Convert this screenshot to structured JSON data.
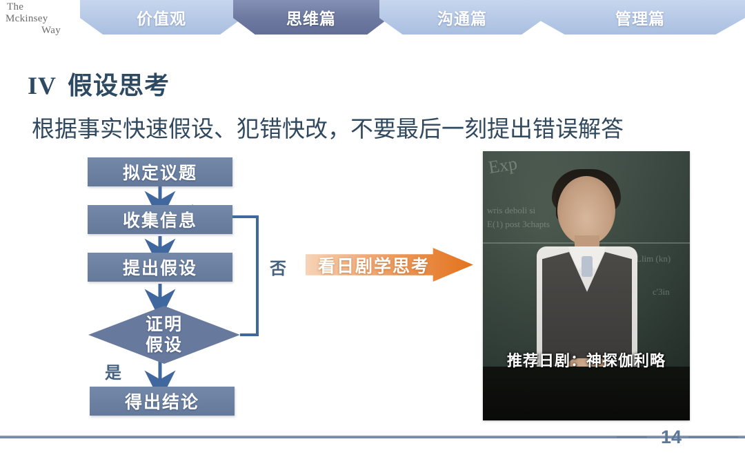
{
  "brand": {
    "line1": "The",
    "line2": "Mckinsey",
    "line3": "Way"
  },
  "nav": {
    "tabs": [
      {
        "label": "价值观",
        "active": false
      },
      {
        "label": "思维篇",
        "active": true
      },
      {
        "label": "沟通篇",
        "active": false
      },
      {
        "label": "管理篇",
        "active": false
      }
    ]
  },
  "slide": {
    "numeral": "IV",
    "title": "假设思考",
    "subtitle": "根据事实快速假设、犯错快改，不要最后一刻提出错误解答"
  },
  "flow": {
    "steps": [
      {
        "label": "拟定议题",
        "shape": "box"
      },
      {
        "label": "收集信息",
        "shape": "box"
      },
      {
        "label": "提出假设",
        "shape": "box"
      },
      {
        "label_line1": "证明",
        "label_line2": "假设",
        "shape": "diamond"
      },
      {
        "label": "得出结论",
        "shape": "box"
      }
    ],
    "branch_yes": "是",
    "branch_no": "否"
  },
  "cta": {
    "label": "看日剧学思考"
  },
  "photo": {
    "caption": "推荐日剧：神探伽利略",
    "chalk": {
      "a": "Exp",
      "b": "wris  deboli si",
      "c": "E(1) post 3chapts",
      "d": "Llim (kn)",
      "e": "c'3in"
    }
  },
  "footer": {
    "page_number": "14"
  },
  "colors": {
    "accent_dark": "#2e4a63",
    "tab_light": "#b6c9e6",
    "tab_active": "#6c789f",
    "flow_fill": "#67799c",
    "cta_orange": "#e2731d",
    "rule": "#6d80a3"
  }
}
